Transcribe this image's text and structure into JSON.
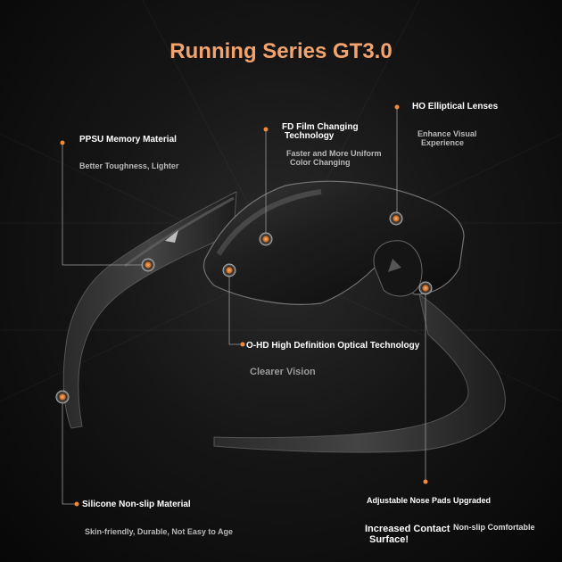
{
  "title": "Running Series GT3.0",
  "features": {
    "ppsu": {
      "label": "PPSU Memory Material",
      "desc": "Better Toughness, Lighter"
    },
    "film": {
      "label_line1": "FD Film Changing",
      "label_line2": "Technology",
      "desc_line1": "Faster and More Uniform",
      "desc_line2": "Color Changing"
    },
    "lenses": {
      "label": "HO Elliptical Lenses",
      "desc_line1": "Enhance Visual",
      "desc_line2": "Experience"
    },
    "optical": {
      "label": "O-HD High Definition Optical Technology",
      "desc": "Clearer Vision"
    },
    "silicone": {
      "label": "Silicone Non-slip Material",
      "desc": "Skin-friendly, Durable, Not Easy to Age"
    },
    "nose": {
      "label": "Adjustable Nose Pads Upgraded",
      "desc_line1": "Increased Contact",
      "desc_line2": "Surface!",
      "desc_extra": "Non-slip Comfortable"
    }
  },
  "colors": {
    "title": "#f2a36e",
    "accent_dot": "#f08a3c",
    "leader_line": "#9a9a9a",
    "background": "#111111"
  }
}
